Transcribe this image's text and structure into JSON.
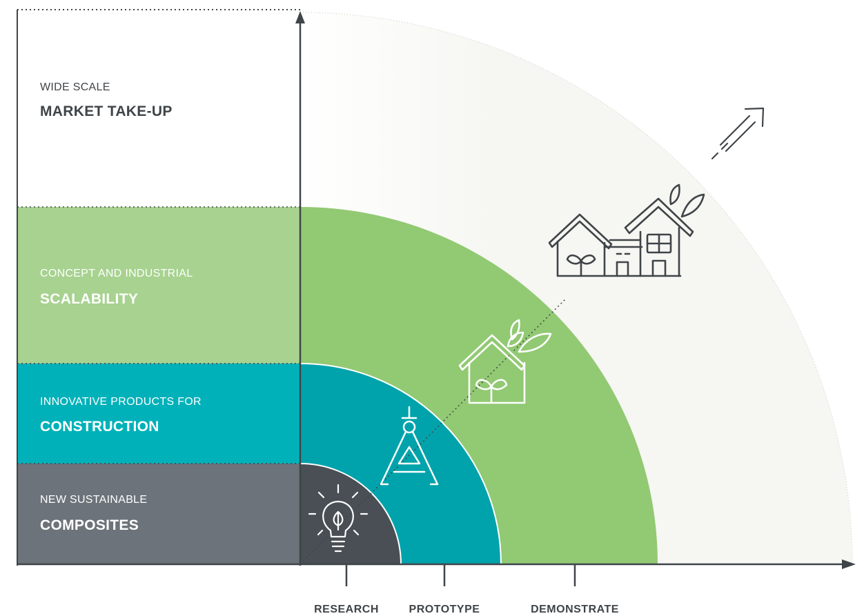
{
  "tiers": [
    {
      "id": "market",
      "subtitle": "WIDE SCALE",
      "title": "MARKET TAKE-UP"
    },
    {
      "id": "scalability",
      "subtitle": "CONCEPT AND INDUSTRIAL",
      "title": "SCALABILITY"
    },
    {
      "id": "construction",
      "subtitle": "INNOVATIVE PRODUCTS FOR",
      "title": "CONSTRUCTION"
    },
    {
      "id": "composites",
      "subtitle": "NEW SUSTAINABLE",
      "title": "COMPOSITES"
    }
  ],
  "stages": [
    "RESEARCH",
    "PROTOTYPE",
    "DEMONSTRATE"
  ],
  "colors": {
    "market_band": "#ffffff",
    "scalability_band": "#a7d28f",
    "construction_band": "#00b1b9",
    "composites_band": "#6c737a",
    "quarter_outer": "#f6f6f2",
    "quarter_green": "#92c973",
    "quarter_teal": "#00a3ab",
    "quarter_dark": "#4a4f55",
    "axis": "#3f4448",
    "icon_dark": "#3f4448",
    "icon_light": "#ffffff"
  },
  "icons": [
    "lightbulb-icon",
    "compass-icon",
    "eco-house-icon",
    "eco-village-icon",
    "growth-arrow-icon"
  ]
}
